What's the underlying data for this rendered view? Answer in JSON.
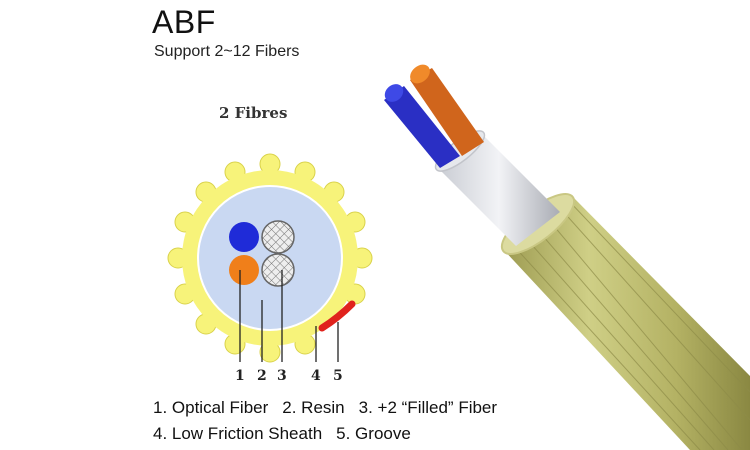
{
  "header": {
    "title": "ABF",
    "subtitle": "Support 2~12 Fibers"
  },
  "cross_section": {
    "title": "2 Fibres",
    "callouts": [
      "1",
      "2",
      "3",
      "4",
      "5"
    ]
  },
  "legend": {
    "items": [
      {
        "number": "1",
        "label": "1. Optical Fiber"
      },
      {
        "number": "2",
        "label": "2. Resin"
      },
      {
        "number": "3",
        "label": "3. +2 “Filled” Fiber"
      },
      {
        "number": "4",
        "label": "4. Low Friction Sheath"
      },
      {
        "number": "5",
        "label": "5. Groove"
      }
    ]
  },
  "colors": {
    "sheath": "#f7f37a",
    "sheath_edge": "#d9d24a",
    "resin": "#c9d8f2",
    "fiber_blue": "#1f2bd8",
    "fiber_orange": "#f07f1a",
    "filled_fiber": "#e8e8e8",
    "groove": "#e0231d",
    "cable_jacket": "#b8b86a"
  }
}
